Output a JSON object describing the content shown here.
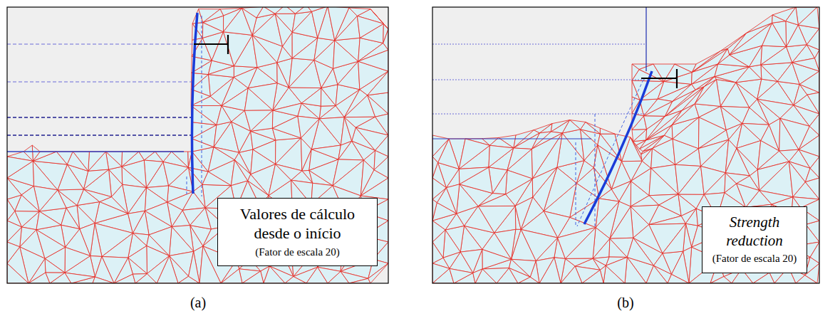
{
  "diagram": {
    "nodes": [
      {
        "text": [
          "Valores de cálculo desde o início",
          "(Fator de escala 20)"
        ]
      },
      {
        "text": [
          "Strength reduction",
          "(Fator de escala 20)"
        ]
      }
    ],
    "edges": [],
    "labels": [
      "(a)",
      "(b)"
    ]
  }
}
